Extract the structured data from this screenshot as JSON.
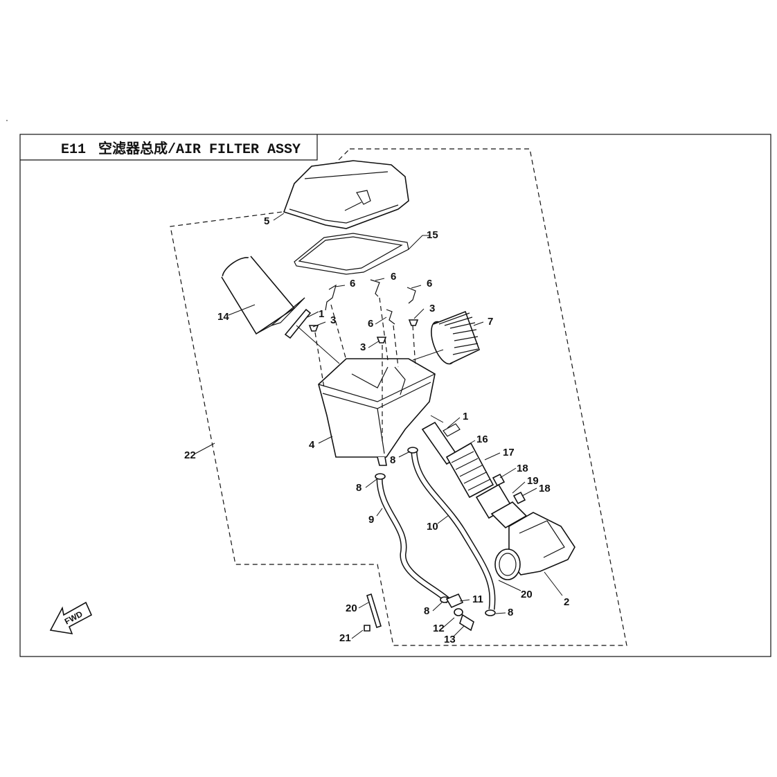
{
  "header": {
    "code": "E11",
    "title": "空滤器总成/AIR FILTER ASSY"
  },
  "fwd_label": "FWD",
  "callouts": [
    {
      "id": "c5",
      "text": "5"
    },
    {
      "id": "c15",
      "text": "15"
    },
    {
      "id": "c14",
      "text": "14"
    },
    {
      "id": "c1a",
      "text": "1"
    },
    {
      "id": "c3a",
      "text": "3"
    },
    {
      "id": "c6a",
      "text": "6"
    },
    {
      "id": "c6b",
      "text": "6"
    },
    {
      "id": "c6c",
      "text": "6"
    },
    {
      "id": "c3b",
      "text": "3"
    },
    {
      "id": "c6d",
      "text": "6"
    },
    {
      "id": "c3c",
      "text": "3"
    },
    {
      "id": "c7",
      "text": "7"
    },
    {
      "id": "c4",
      "text": "4"
    },
    {
      "id": "c22",
      "text": "22"
    },
    {
      "id": "c1b",
      "text": "1"
    },
    {
      "id": "c16",
      "text": "16"
    },
    {
      "id": "c17",
      "text": "17"
    },
    {
      "id": "c18a",
      "text": "18"
    },
    {
      "id": "c19",
      "text": "19"
    },
    {
      "id": "c18b",
      "text": "18"
    },
    {
      "id": "c8a",
      "text": "8"
    },
    {
      "id": "c8b",
      "text": "8"
    },
    {
      "id": "c9",
      "text": "9"
    },
    {
      "id": "c10",
      "text": "10"
    },
    {
      "id": "c20a",
      "text": "20"
    },
    {
      "id": "c2",
      "text": "2"
    },
    {
      "id": "c11",
      "text": "11"
    },
    {
      "id": "c8c",
      "text": "8"
    },
    {
      "id": "c8d",
      "text": "8"
    },
    {
      "id": "c12",
      "text": "12"
    },
    {
      "id": "c13",
      "text": "13"
    },
    {
      "id": "c20b",
      "text": "20"
    },
    {
      "id": "c21",
      "text": "21"
    }
  ]
}
